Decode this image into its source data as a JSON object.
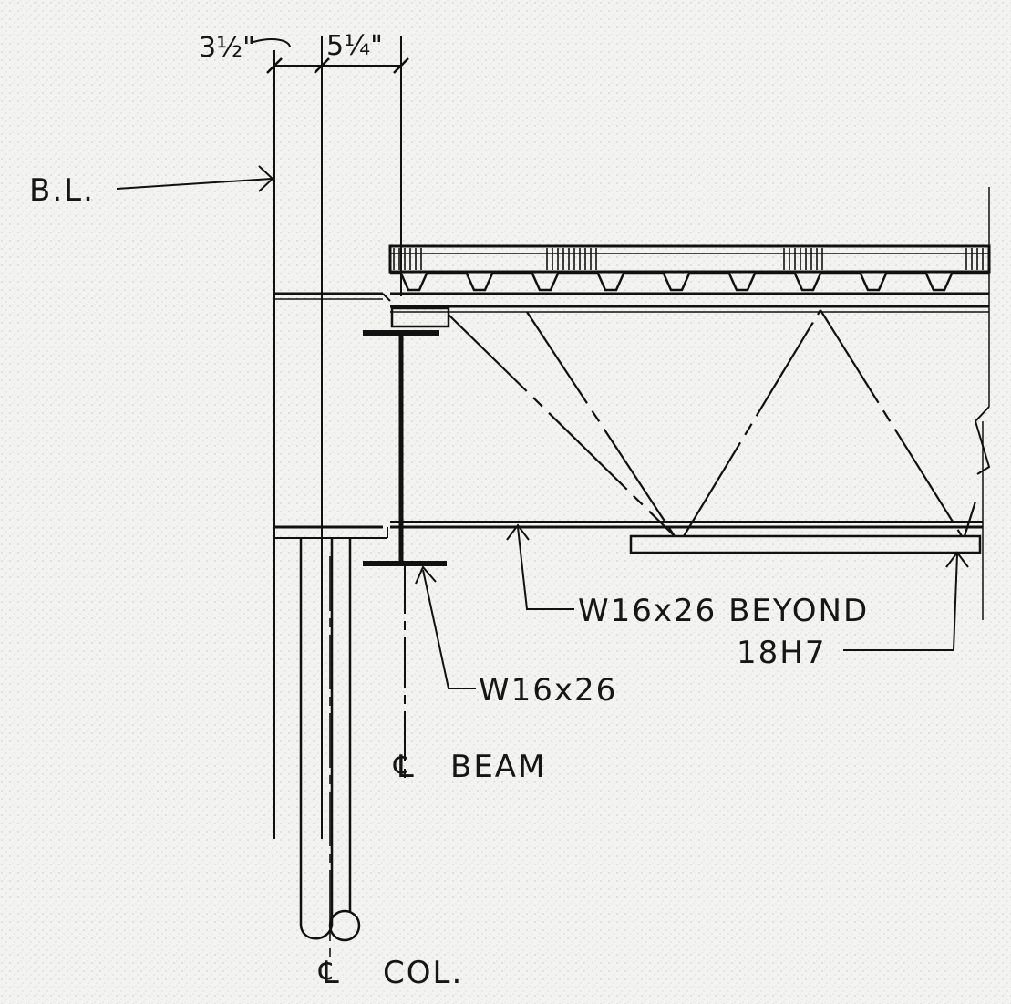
{
  "dimensions": {
    "left": "3½\"",
    "right": "5¼\""
  },
  "labels": {
    "building_line": "B.L.",
    "beam_beyond": "W16x26 BEYOND",
    "joist": "18H7",
    "beam": "W16x26",
    "beam_centerline": "BEAM",
    "column_centerline": "COL."
  },
  "symbols": {
    "centerline": "℄"
  }
}
